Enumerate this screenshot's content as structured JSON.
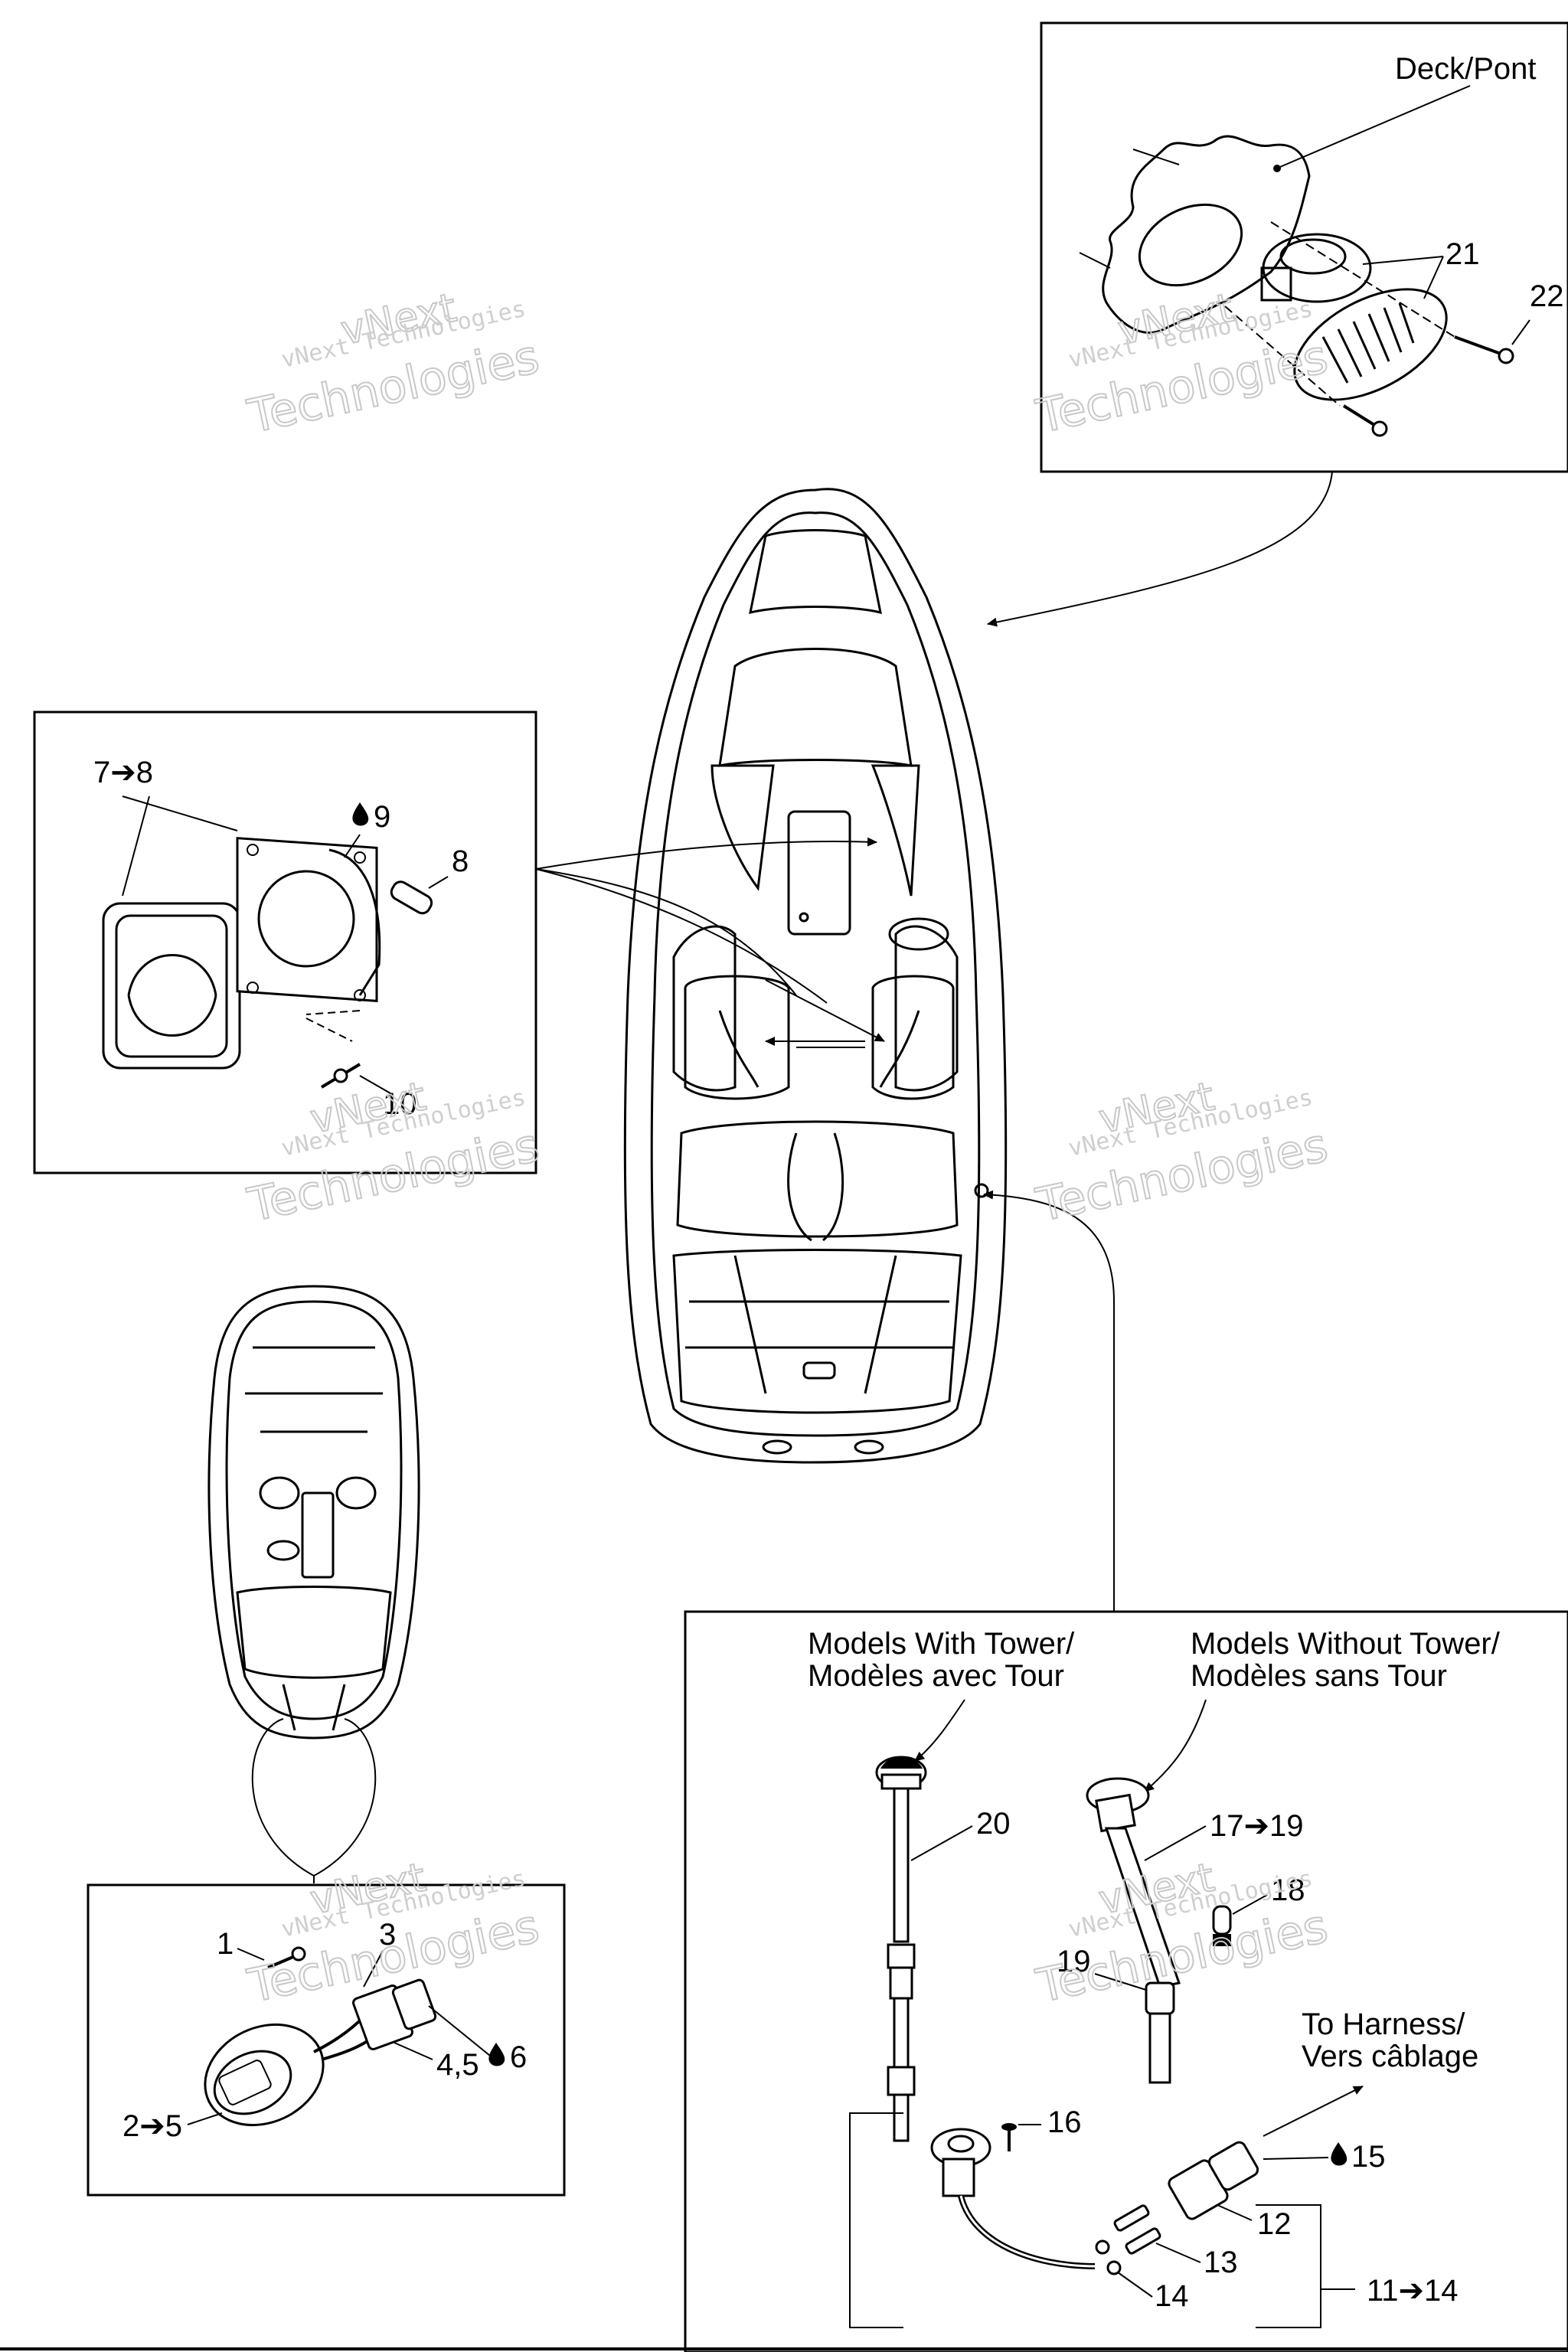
{
  "labels": {
    "deck": "Deck/Pont",
    "n21": "21",
    "n22": "22",
    "n7to8": "7➔8",
    "n9": "9",
    "n8": "8",
    "n10": "10",
    "n1": "1",
    "n3": "3",
    "n6": "6",
    "n45": "4,5",
    "n2to5": "2➔5",
    "tower_en": "Models With Tower/",
    "tower_fr": "Modèles avec Tour",
    "notower_en": "Models Without Tower/",
    "notower_fr": "Modèles sans Tour",
    "n20": "20",
    "n17to19": "17➔19",
    "n18": "18",
    "n19": "19",
    "harness_en": "To Harness/",
    "harness_fr": "Vers câblage",
    "n16": "16",
    "n15": "15",
    "n12": "12",
    "n13": "13",
    "n14": "14",
    "n11to14": "11➔14"
  },
  "watermark": {
    "line1": "vNext Technologies",
    "line2": "vNext",
    "line3": "Technologies"
  },
  "colors": {
    "line": "#000000",
    "watermark": "#c8c8c8"
  }
}
